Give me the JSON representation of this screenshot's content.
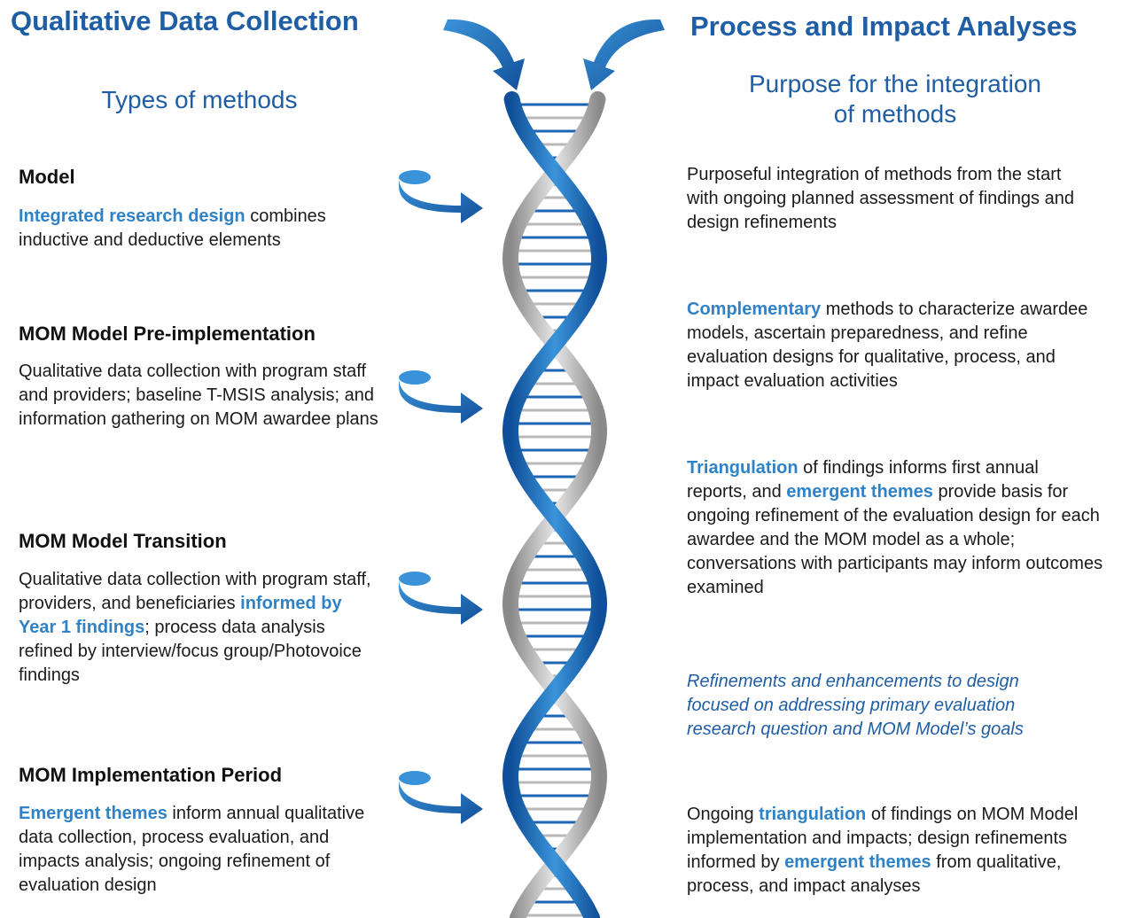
{
  "left": {
    "title": "Qualitative Data Collection",
    "subtitle": "Types of methods",
    "sections": [
      {
        "heading": "Model",
        "parts": [
          {
            "t": "Integrated research design",
            "h": true
          },
          {
            "t": " combines inductive and deductive elements",
            "h": false
          }
        ]
      },
      {
        "heading": "MOM Model Pre-implementation",
        "parts": [
          {
            "t": "Qualitative data collection with program staff and providers; baseline T-MSIS analysis; and information gathering on MOM awardee plans",
            "h": false
          }
        ]
      },
      {
        "heading": "MOM Model Transition",
        "parts": [
          {
            "t": "Qualitative data collection with program staff, providers, and beneficiaries ",
            "h": false
          },
          {
            "t": "informed by Year 1 findings",
            "h": true
          },
          {
            "t": "; process data analysis refined by interview/focus group/Photovoice findings",
            "h": false
          }
        ]
      },
      {
        "heading": "MOM Implementation Period",
        "parts": [
          {
            "t": "Emergent themes",
            "h": true
          },
          {
            "t": " inform annual qualitative data collection, process evaluation, and impacts analysis; ongoing refinement of evaluation design",
            "h": false
          }
        ]
      }
    ]
  },
  "right": {
    "title": "Process and Impact Analyses",
    "subtitle_line1": "Purpose for the integration",
    "subtitle_line2": "of methods",
    "items": [
      {
        "parts": [
          {
            "t": "Purposeful integration of methods from the start with ongoing planned assessment of findings and design refinements",
            "h": false
          }
        ]
      },
      {
        "parts": [
          {
            "t": "Complementary",
            "h": true
          },
          {
            "t": " methods to characterize awardee models, ascertain preparedness, and refine evaluation designs for qualitative, process, and impact evaluation activities",
            "h": false
          }
        ]
      },
      {
        "parts": [
          {
            "t": "Triangulation",
            "h": true
          },
          {
            "t": " of findings informs first annual reports, and ",
            "h": false
          },
          {
            "t": "emergent themes",
            "h": true
          },
          {
            "t": " provide basis for ongoing refinement of the evaluation design for each awardee and the MOM model as a whole; conversations with participants may inform outcomes examined",
            "h": false
          }
        ]
      },
      {
        "parts": [
          {
            "t": "Ongoing ",
            "h": false
          },
          {
            "t": "triangulation",
            "h": true
          },
          {
            "t": " of findings on MOM Model implementation and impacts; design refinements informed by ",
            "h": false
          },
          {
            "t": "emergent themes",
            "h": true
          },
          {
            "t": " from qualitative, process, and impact analyses",
            "h": false
          }
        ]
      }
    ],
    "note": "Refinements and enhancements to design focused on addressing primary evaluation research question and MOM Model’s goals"
  },
  "colors": {
    "title_blue": "#1f5ea5",
    "highlight_blue": "#2f82c6",
    "helix_blue": "#1d64b3",
    "helix_gray": "#a6a6a6",
    "arrow_blue": "#1d5fa8"
  }
}
